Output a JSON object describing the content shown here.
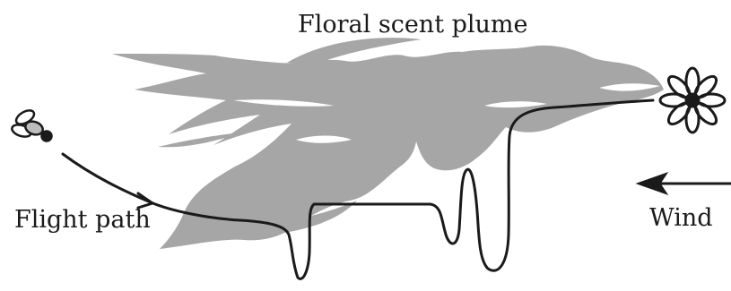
{
  "labels": {
    "plume": "Floral scent plume",
    "flight": "Flight path",
    "wind": "Wind"
  },
  "colors": {
    "plume": "#a6a6a6",
    "ink": "#1a1a1a",
    "background": "#ffffff"
  },
  "icons": {
    "insect": "fly-icon",
    "flower": "flower-icon",
    "arrow": "wind-arrow-icon"
  }
}
